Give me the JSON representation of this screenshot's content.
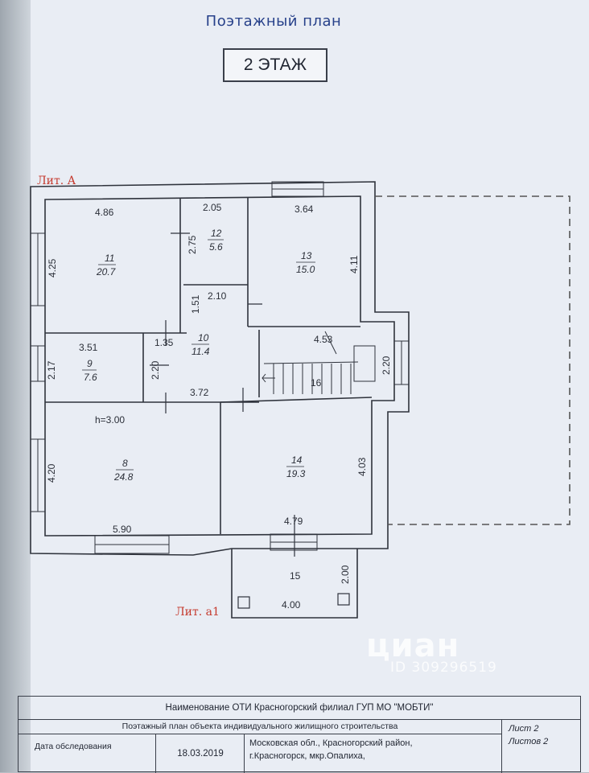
{
  "header": {
    "title": "Поэтажный план",
    "floor_label": "2 ЭТАЖ"
  },
  "plan": {
    "lit_a": "Лит. А",
    "lit_a1": "Лит. а1",
    "height_note": "h=3.00",
    "dims": {
      "d486": "4.86",
      "d425": "4.25",
      "d205": "2.05",
      "d275": "2.75",
      "d364": "3.64",
      "d411": "4.11",
      "d210": "2.10",
      "d151": "1.51",
      "d135": "1.35",
      "d351": "3.51",
      "d217": "2.17",
      "d220a": "2.20",
      "d453": "4.53",
      "d220b": "2.20",
      "d372": "3.72",
      "d420": "4.20",
      "d403": "4.03",
      "d590": "5.90",
      "d479": "4.79",
      "d200": "2.00",
      "d400": "4.00"
    },
    "rooms": [
      {
        "num": "11",
        "area": "20.7"
      },
      {
        "num": "12",
        "area": "5.6"
      },
      {
        "num": "13",
        "area": "15.0"
      },
      {
        "num": "10",
        "area": "11.4"
      },
      {
        "num": "9",
        "area": "7.6"
      },
      {
        "num": "8",
        "area": "24.8"
      },
      {
        "num": "14",
        "area": "19.3"
      }
    ],
    "stair_number": "16",
    "balcony_number": "15"
  },
  "watermark": {
    "brand": "циан",
    "id": "ID 309296519"
  },
  "stamp": {
    "row1": "Наименование ОТИ Красногорский филиал ГУП МО \"МОБТИ\"",
    "row2": "Поэтажный план объекта индивидуального жилищного строительства",
    "date_label": "Дата обследования",
    "date_value": "18.03.2019",
    "address_line1": "Московская обл., Красногорский район,",
    "address_line2": "г.Красногорск, мкр.Опалиха,",
    "sheet": "Лист 2",
    "sheets": "Листов 2"
  },
  "colors": {
    "paper": "#e9edf4",
    "title_blue": "#27418a",
    "lit_red": "#c53a2e",
    "line": "#3a3f4a"
  }
}
